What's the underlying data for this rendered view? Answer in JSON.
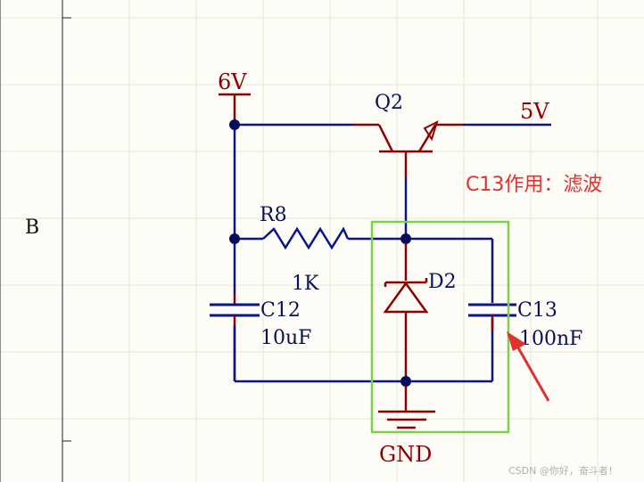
{
  "zone_label": "B",
  "rails": {
    "input": "6V",
    "output": "5V",
    "ground": "GND"
  },
  "transistor": {
    "ref": "Q2"
  },
  "resistor": {
    "ref": "R8",
    "value": "1K"
  },
  "diode": {
    "ref": "D2"
  },
  "capacitors": [
    {
      "ref": "C12",
      "value": "10uF"
    },
    {
      "ref": "C13",
      "value": "100nF"
    }
  ],
  "annotation": {
    "text": "C13作用：滤波",
    "color": "#e03030",
    "highlight_color": "#7ed04a"
  },
  "watermark": "CSDN @你好，奋斗者！",
  "colors": {
    "wire": "#0a148c",
    "component": "#8b0000",
    "junction": "#0a0f5a",
    "grid": "#e8e6da"
  }
}
